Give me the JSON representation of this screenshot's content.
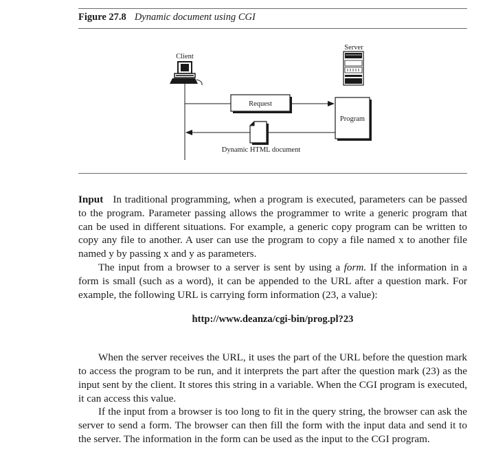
{
  "figure": {
    "number": "Figure 27.8",
    "caption": "Dynamic document using CGI",
    "labels": {
      "client": "Client",
      "server": "Server",
      "request": "Request",
      "program": "Program",
      "response": "Dynamic HTML document"
    }
  },
  "body": {
    "p1_runin": "Input",
    "p1_text": "In traditional programming, when a program is executed, parameters can be passed to the program. Parameter passing allows the programmer to write a generic program that can be used in different situations. For example, a generic copy program can be written to copy any file to another. A user can use the program to copy a file named x to another file named y by passing x and y as parameters.",
    "p2_pre": "The input from a browser to a server is sent by using a ",
    "p2_em": "form.",
    "p2_post": " If the information in a form is small (such as a word), it can be appended to the URL after a question mark. For example, the following URL is carrying form information (23, a value):",
    "url": "http://www.deanza/cgi-bin/prog.pl?23",
    "p3_text": "When the server receives the URL, it uses the part of the URL before the question mark to access the program to be run, and it interprets the part after the question mark (23) as the input sent by the client. It stores this string in a variable. When the CGI program is executed, it can access this value.",
    "p4_text": "If the input from a browser is too long to fit in the query string, the browser can ask the server to send a form. The browser can then fill the form with the input data and send it to the server. The information in the form can be used as the input to the CGI program."
  }
}
